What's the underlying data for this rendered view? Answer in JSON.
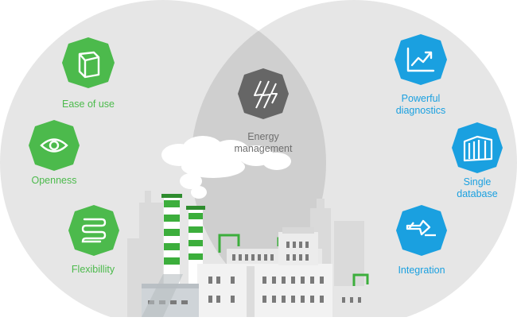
{
  "left_features": [
    {
      "label": "Ease of use",
      "icon": "box-icon"
    },
    {
      "label": "Openness",
      "icon": "eye-icon"
    },
    {
      "label": "Flexibillity",
      "icon": "spring-icon"
    }
  ],
  "center_feature": {
    "label_line1": "Energy",
    "label_line2": "management",
    "icon": "lightning-icon"
  },
  "right_features": [
    {
      "label_line1": "Powerful",
      "label_line2": "diagnostics",
      "icon": "trend-chart-icon"
    },
    {
      "label_line1": "Single",
      "label_line2": "database",
      "icon": "database-icon"
    },
    {
      "label_line1": "Integration",
      "label_line2": "",
      "icon": "exchange-arrows-icon"
    }
  ],
  "colors": {
    "green": "#4cba4c",
    "blue": "#1aa0e0",
    "dark_hex": "#666666",
    "circle_fill": "#e6e6e6",
    "overlap_fill": "#cfcfcf"
  }
}
